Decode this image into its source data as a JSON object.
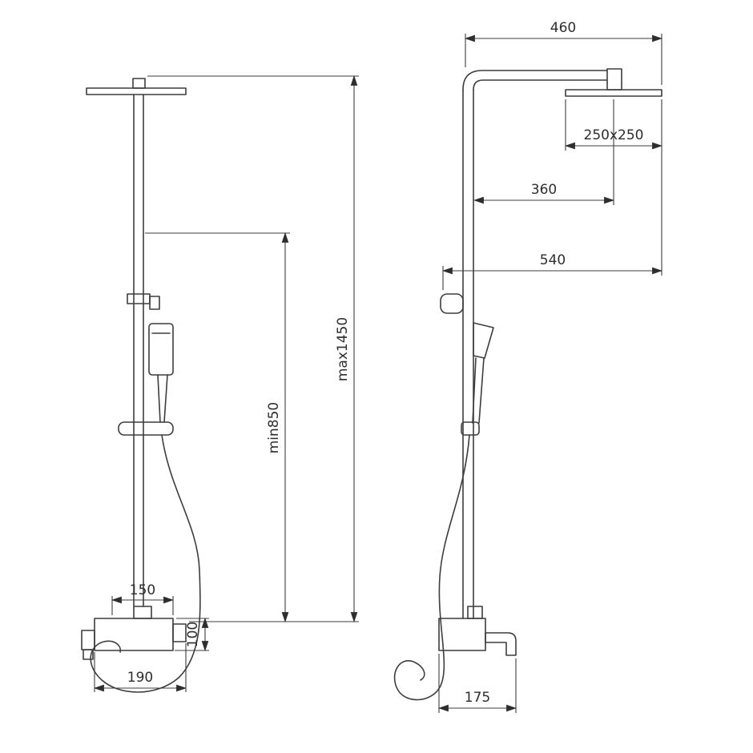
{
  "page": {
    "background_color": "#ffffff",
    "line_color": "#3d3d3d",
    "description_type": "shower-column-technical-drawing"
  },
  "front_view": {
    "dims": {
      "max_height": "max1450",
      "min_height": "min850",
      "inlet_spacing": "150",
      "body_height": "100",
      "body_width": "190"
    }
  },
  "side_view": {
    "dims": {
      "arm_reach": "460",
      "head_size": "250x250",
      "arm_offset": "360",
      "total_depth": "540",
      "spout_reach": "175"
    }
  }
}
